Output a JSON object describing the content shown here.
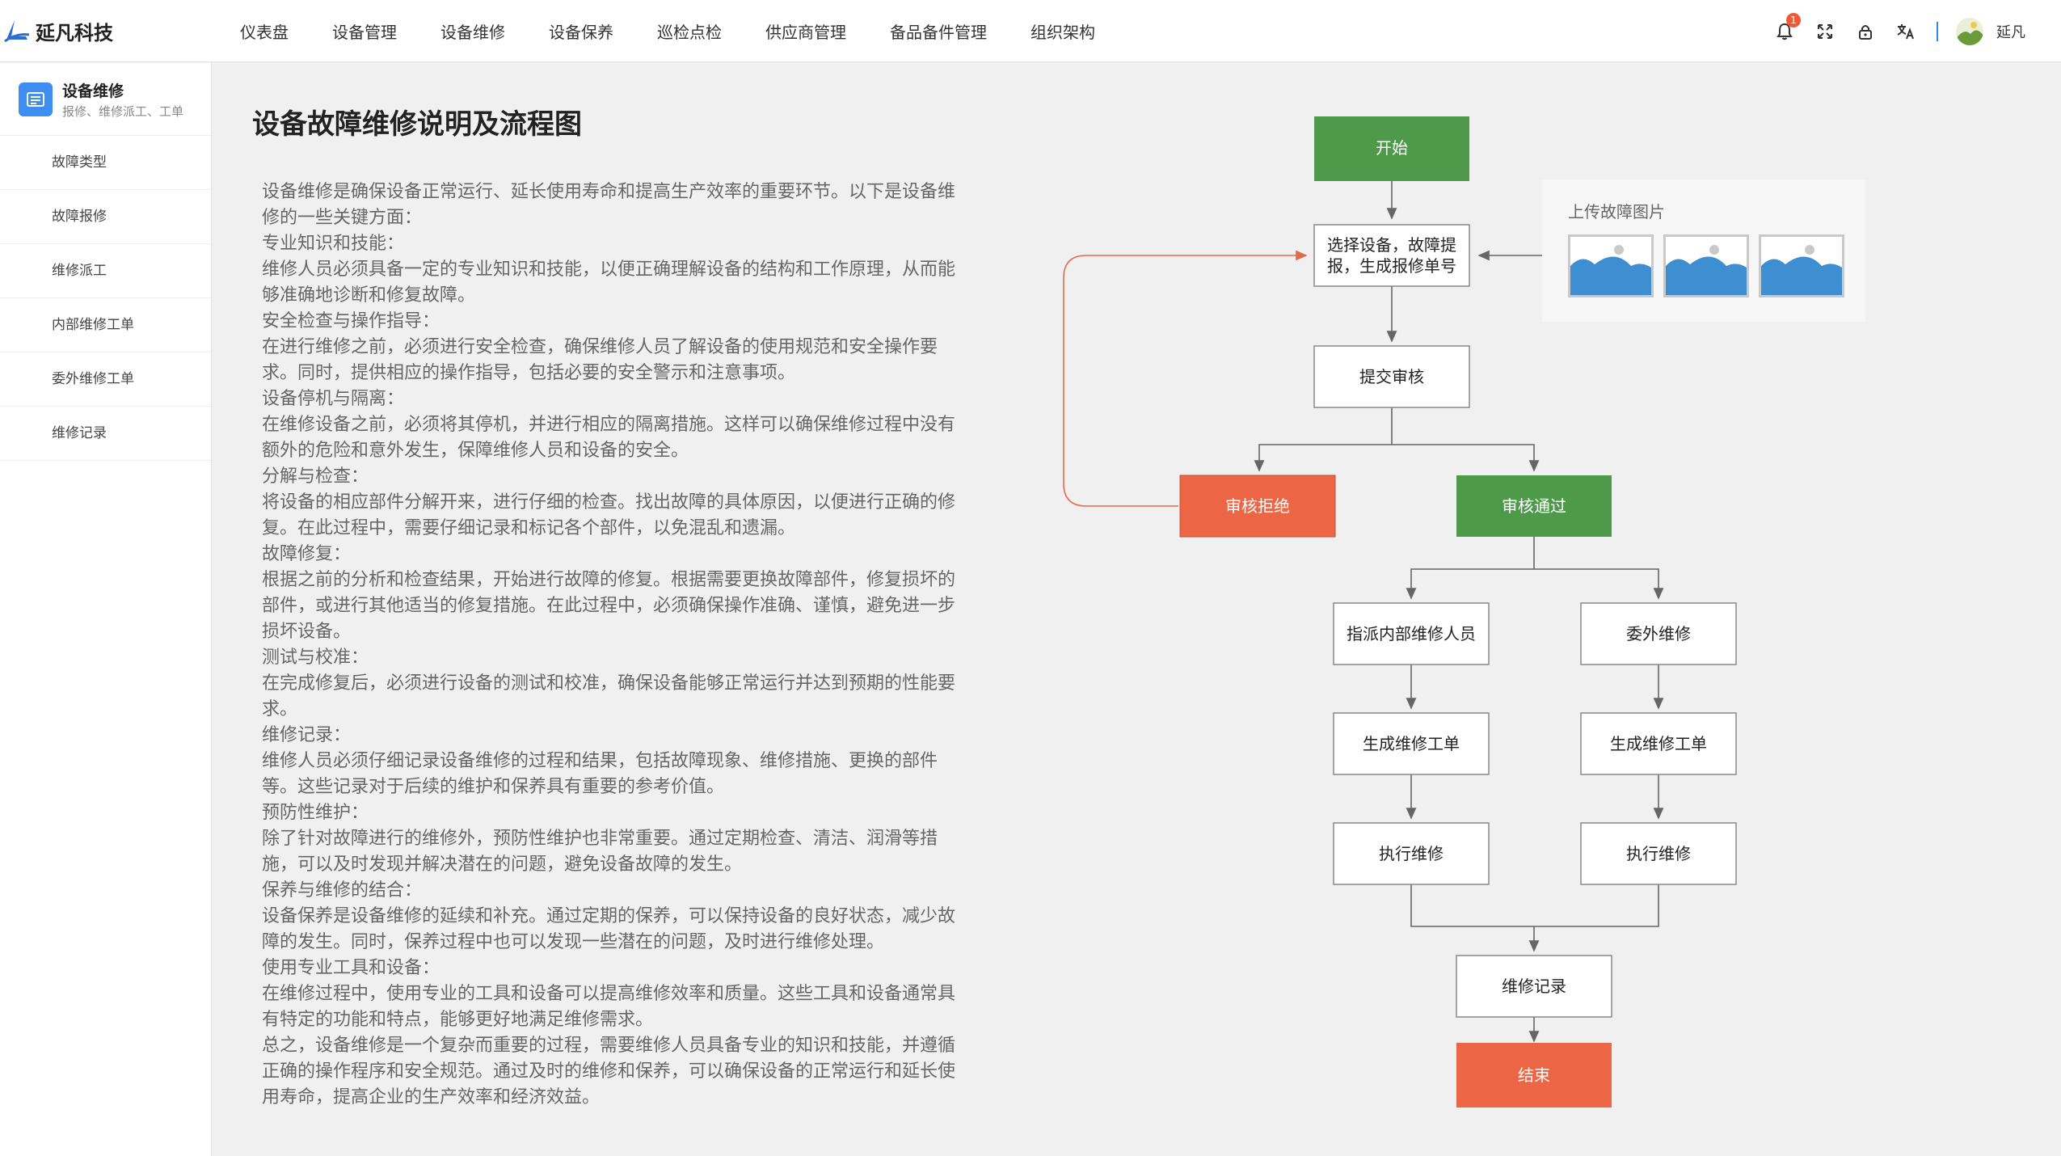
{
  "app": {
    "name": "延凡科技",
    "logo_icon": "logo-icon"
  },
  "nav": {
    "items": [
      {
        "label": "仪表盘"
      },
      {
        "label": "设备管理"
      },
      {
        "label": "设备维修"
      },
      {
        "label": "设备保养"
      },
      {
        "label": "巡检点检"
      },
      {
        "label": "供应商管理"
      },
      {
        "label": "备品备件管理"
      },
      {
        "label": "组织架构"
      }
    ]
  },
  "toolbar": {
    "notification_count": "1",
    "icons": [
      "bell-icon",
      "fullscreen-icon",
      "lock-icon",
      "translate-icon"
    ],
    "username": "延凡"
  },
  "sidebar": {
    "title": "设备维修",
    "subtitle": "报修、维修派工、工单",
    "items": [
      {
        "label": "故障类型"
      },
      {
        "label": "故障报修"
      },
      {
        "label": "维修派工"
      },
      {
        "label": "内部维修工单"
      },
      {
        "label": "委外维修工单"
      },
      {
        "label": "维修记录"
      }
    ]
  },
  "main": {
    "title": "设备故障维修说明及流程图",
    "paragraphs": [
      "设备维修是确保设备正常运行、延长使用寿命和提高生产效率的重要环节。以下是设备维修的一些关键方面：",
      "专业知识和技能：",
      "维修人员必须具备一定的专业知识和技能，以便正确理解设备的结构和工作原理，从而能够准确地诊断和修复故障。",
      "安全检查与操作指导：",
      "在进行维修之前，必须进行安全检查，确保维修人员了解设备的使用规范和安全操作要求。同时，提供相应的操作指导，包括必要的安全警示和注意事项。",
      "设备停机与隔离：",
      "在维修设备之前，必须将其停机，并进行相应的隔离措施。这样可以确保维修过程中没有额外的危险和意外发生，保障维修人员和设备的安全。",
      "分解与检查：",
      "将设备的相应部件分解开来，进行仔细的检查。找出故障的具体原因，以便进行正确的修复。在此过程中，需要仔细记录和标记各个部件，以免混乱和遗漏。",
      "故障修复：",
      "根据之前的分析和检查结果，开始进行故障的修复。根据需要更换故障部件，修复损坏的部件，或进行其他适当的修复措施。在此过程中，必须确保操作准确、谨慎，避免进一步损坏设备。",
      "测试与校准：",
      "在完成修复后，必须进行设备的测试和校准，确保设备能够正常运行并达到预期的性能要求。",
      "维修记录：",
      "维修人员必须仔细记录设备维修的过程和结果，包括故障现象、维修措施、更换的部件等。这些记录对于后续的维护和保养具有重要的参考价值。",
      "预防性维护：",
      "除了针对故障进行的维修外，预防性维护也非常重要。通过定期检查、清洁、润滑等措施，可以及时发现并解决潜在的问题，避免设备故障的发生。",
      "保养与维修的结合：",
      "设备保养是设备维修的延续和补充。通过定期的保养，可以保持设备的良好状态，减少故障的发生。同时，保养过程中也可以发现一些潜在的问题，及时进行维修处理。",
      "使用专业工具和设备：",
      "在维修过程中，使用专业的工具和设备可以提高维修效率和质量。这些工具和设备通常具有特定的功能和特点，能够更好地满足维修需求。",
      "总之，设备维修是一个复杂而重要的过程，需要维修人员具备专业的知识和技能，并遵循正确的操作程序和安全规范。通过及时的维修和保养，可以确保设备的正常运行和延长使用寿命，提高企业的生产效率和经济效益。"
    ]
  },
  "flowchart": {
    "start": "开始",
    "select_line1": "选择设备，故障提",
    "select_line2": "报，生成报修单号",
    "submit": "提交审核",
    "rejected": "审核拒绝",
    "approved": "审核通过",
    "internal": "指派内部维修人员",
    "external": "委外维修",
    "order_left": "生成维修工单",
    "order_right": "生成维修工单",
    "exec_left": "执行维修",
    "exec_right": "执行维修",
    "record": "维修记录",
    "end": "结束",
    "upload_label": "上传故障图片",
    "colors": {
      "start": "#4e9a4a",
      "approved": "#4e9a4a",
      "rejected": "#ec6544",
      "end": "#ec6544",
      "thumb_sky": "#ffffff",
      "thumb_mountain": "#3d8fd1"
    }
  }
}
